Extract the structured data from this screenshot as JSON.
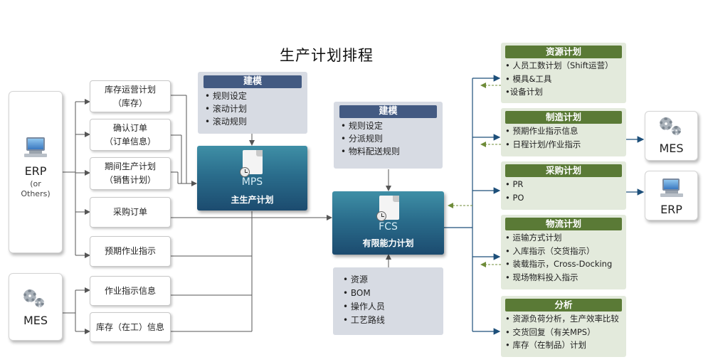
{
  "title": "生产计划排程",
  "sources": {
    "erp": {
      "name": "ERP",
      "sub1": "(or",
      "sub2": "Others)"
    },
    "mes": {
      "name": "MES"
    }
  },
  "inputs": [
    {
      "line1": "库存运营计划",
      "line2": "（库存）"
    },
    {
      "line1": "确认订单",
      "line2": "（订单信息）"
    },
    {
      "line1": "期间生产计划",
      "line2": "（销售计划）"
    },
    {
      "line1": "采购订单",
      "line2": ""
    },
    {
      "line1": "预期作业指示",
      "line2": ""
    },
    {
      "line1": "作业指示信息",
      "line2": ""
    },
    {
      "line1": "库存（在工）信息",
      "line2": ""
    }
  ],
  "mps_model": {
    "header": "建模",
    "items": [
      "• 规则设定",
      "• 滚动计划",
      "• 滚动规则"
    ]
  },
  "mps": {
    "code": "MPS",
    "name": "主生产计划"
  },
  "fcs_model": {
    "header": "建模",
    "items": [
      "• 规则设定",
      "• 分派规则",
      "• 物料配送规则"
    ]
  },
  "fcs": {
    "code": "FCS",
    "name": "有限能力计划"
  },
  "resources": {
    "items": [
      "• 资源",
      "• BOM",
      "• 操作人员",
      "• 工艺路线"
    ]
  },
  "outputs": [
    {
      "header": "资源计划",
      "items": [
        "• 人员工数计划（Shift运营）",
        "• 模具&工具",
        "•设备计划"
      ]
    },
    {
      "header": "制造计划",
      "items": [
        "• 预期作业指示信息",
        "• 日程计划/作业指示"
      ]
    },
    {
      "header": "采购计划",
      "items": [
        "• PR",
        "• PO"
      ]
    },
    {
      "header": "物流计划",
      "items": [
        "• 运输方式计划",
        "• 入库指示（交货指示）",
        "• 装载指示，Cross-Docking",
        "• 现场物料投入指示"
      ]
    },
    {
      "header": "分析",
      "items": [
        "• 资源负荷分析，生产效率比较",
        "• 交货回复（有关MPS）",
        "• 库存（在制品）计划"
      ]
    }
  ],
  "targets": {
    "mes": {
      "name": "MES"
    },
    "erp": {
      "name": "ERP"
    }
  },
  "colors": {
    "engine_dark": "#1c4b6f",
    "engine_light": "#3f8fa6",
    "model_header": "#435a82",
    "model_bg": "#d7dbe3",
    "output_header": "#5a7a36",
    "output_bg": "#e3eadc",
    "connector_dark": "#4a4a4a",
    "connector_blue": "#1d4f7a",
    "feedback_green": "#6f8c3a"
  },
  "icons": [
    "computer-icon",
    "gear-icon",
    "document-icon",
    "clock-icon"
  ]
}
